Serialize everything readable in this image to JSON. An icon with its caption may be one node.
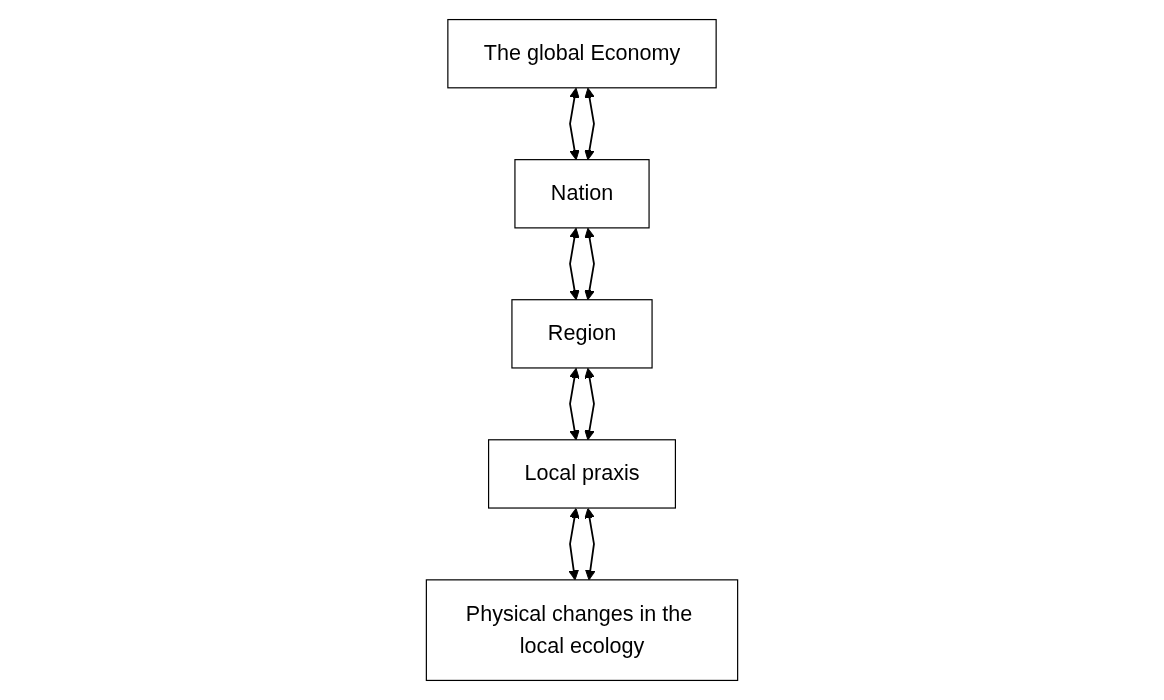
{
  "diagram": {
    "nodes": [
      {
        "text": [
          "The global Economy"
        ]
      },
      {
        "text": [
          "Nation"
        ]
      },
      {
        "text": [
          "Region"
        ]
      },
      {
        "text": [
          "Local praxis"
        ]
      },
      {
        "text": [
          "Physical changes in the local ecology"
        ]
      }
    ],
    "edges": [
      {
        "from": 0,
        "to": 1,
        "arrow": "both"
      },
      {
        "from": 0,
        "to": 1,
        "arrow": "both"
      },
      {
        "from": 1,
        "to": 2,
        "arrow": "both"
      },
      {
        "from": 1,
        "to": 2,
        "arrow": "both"
      },
      {
        "from": 2,
        "to": 3,
        "arrow": "both"
      },
      {
        "from": 2,
        "to": 3,
        "arrow": "both"
      },
      {
        "from": 3,
        "to": 4,
        "arrow": "both"
      },
      {
        "from": 3,
        "to": 4,
        "arrow": "both"
      }
    ]
  }
}
